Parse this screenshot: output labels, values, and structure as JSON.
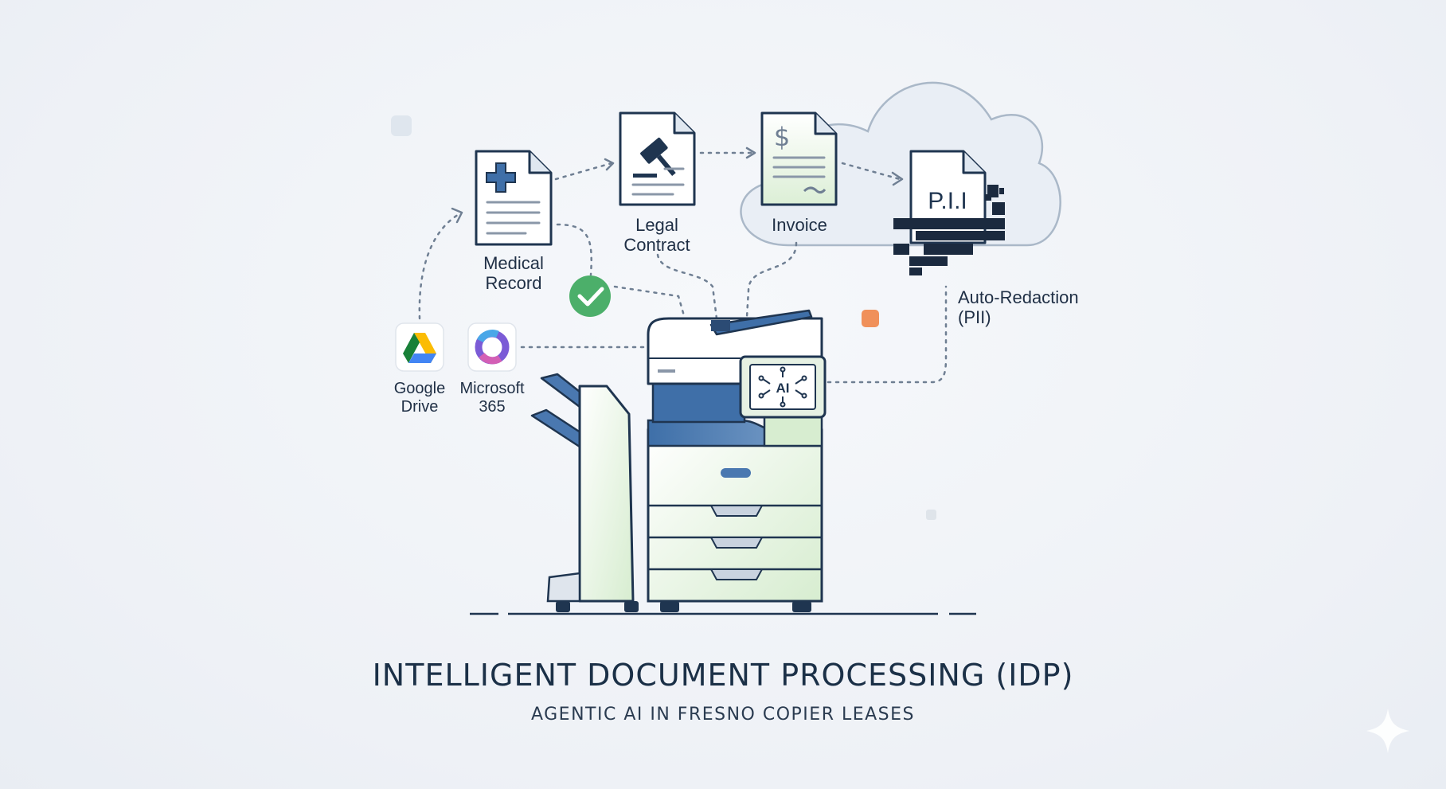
{
  "diagram": {
    "title": "INTELLIGENT DOCUMENT PROCESSING (IDP)",
    "subtitle": "AGENTIC AI IN FRESNO COPIER LEASES",
    "documents": {
      "medical": "Medical\nRecord",
      "legal": "Legal\nContract",
      "invoice": "Invoice",
      "pii_doc": "P.I.I"
    },
    "redaction_label": "Auto-Redaction\n(PII)",
    "integrations": {
      "google_drive": "Google\nDrive",
      "microsoft_365": "Microsoft\n365"
    },
    "screen_label": "AI",
    "invoice_symbol": "$"
  },
  "colors": {
    "navy": "#1f3550",
    "blue": "#3f6fa8",
    "green": "#dcefd6",
    "check_green": "#4caf6a",
    "accent_orange": "#f0905a"
  }
}
